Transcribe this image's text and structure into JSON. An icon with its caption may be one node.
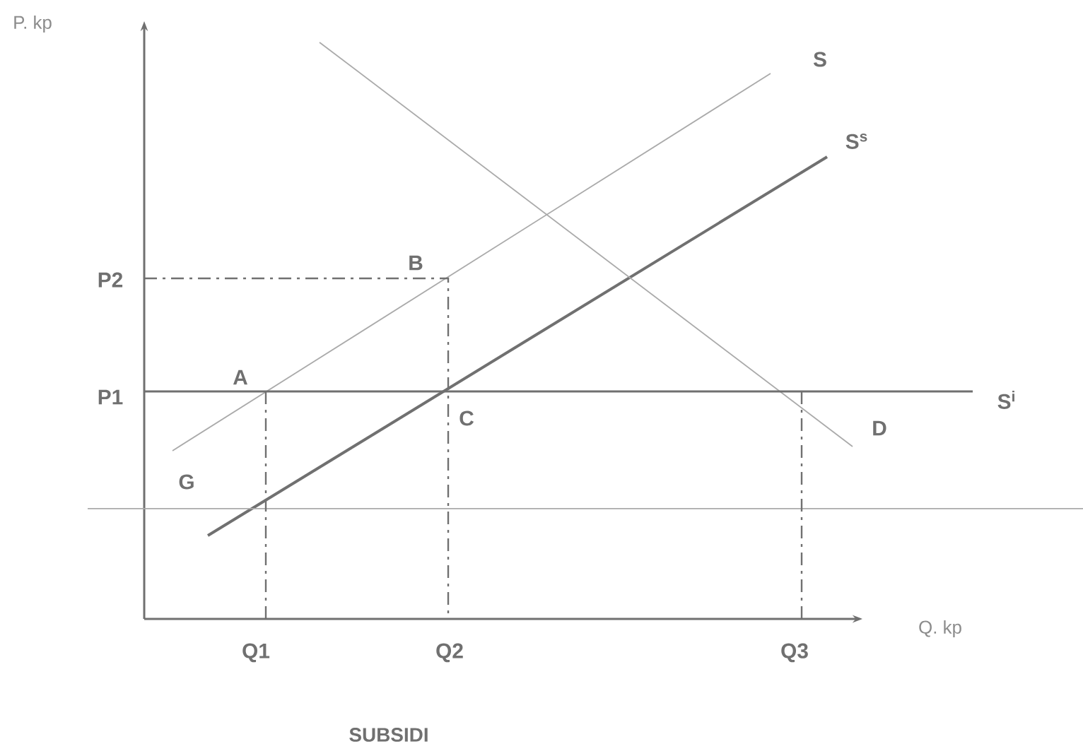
{
  "diagram": {
    "caption": "SUBSIDI",
    "labels": [
      "P. kp",
      "S",
      "S$^{s}$",
      "B",
      "P2",
      "A",
      "P1",
      "S$^{i}$",
      "C",
      "D",
      "G",
      "Q1",
      "Q2",
      "Q3",
      "Q. kp"
    ]
  }
}
